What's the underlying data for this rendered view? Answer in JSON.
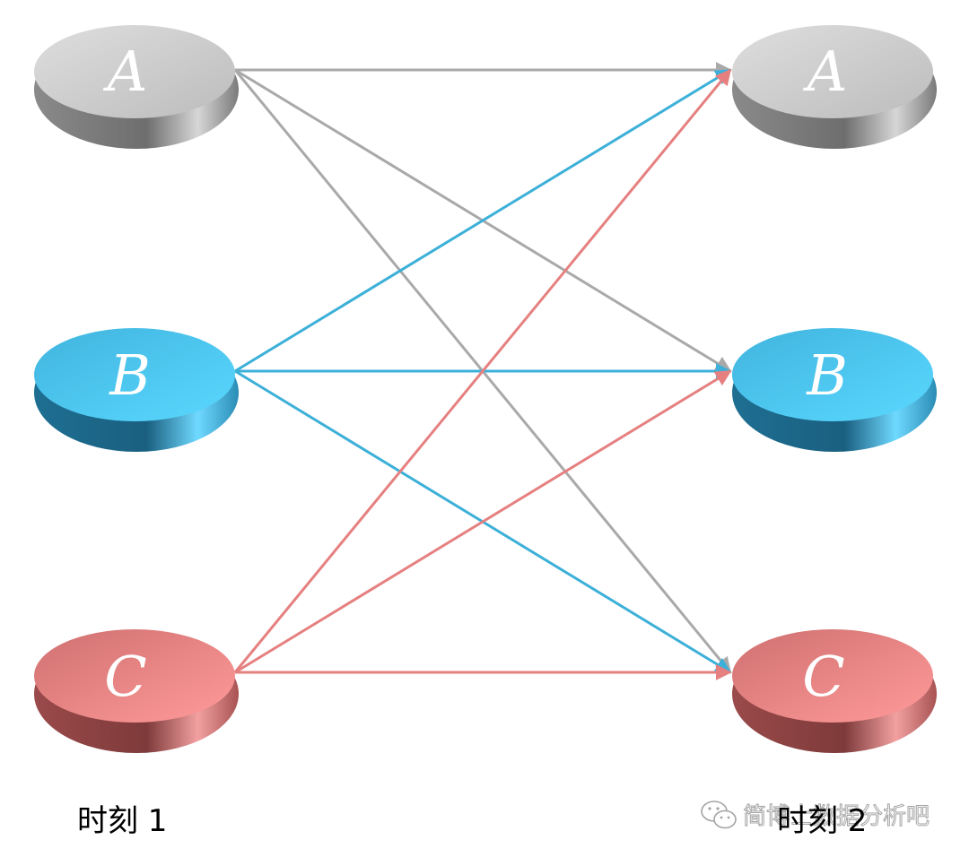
{
  "colors": {
    "A": "#a9a9a9",
    "B": "#3cb0d8",
    "C": "#e68080"
  },
  "nodes": {
    "left": [
      {
        "id": "A",
        "label": "A"
      },
      {
        "id": "B",
        "label": "B"
      },
      {
        "id": "C",
        "label": "C"
      }
    ],
    "right": [
      {
        "id": "A",
        "label": "A"
      },
      {
        "id": "B",
        "label": "B"
      },
      {
        "id": "C",
        "label": "C"
      }
    ]
  },
  "edges": [
    {
      "from": "A",
      "to": "A"
    },
    {
      "from": "A",
      "to": "B"
    },
    {
      "from": "A",
      "to": "C"
    },
    {
      "from": "B",
      "to": "A"
    },
    {
      "from": "B",
      "to": "B"
    },
    {
      "from": "B",
      "to": "C"
    },
    {
      "from": "C",
      "to": "A"
    },
    {
      "from": "C",
      "to": "B"
    },
    {
      "from": "C",
      "to": "C"
    }
  ],
  "time_labels": {
    "left": "时刻 1",
    "right": "时刻 2"
  },
  "watermark": {
    "text": "简博士数据分析吧",
    "icon": "wechat-icon"
  }
}
